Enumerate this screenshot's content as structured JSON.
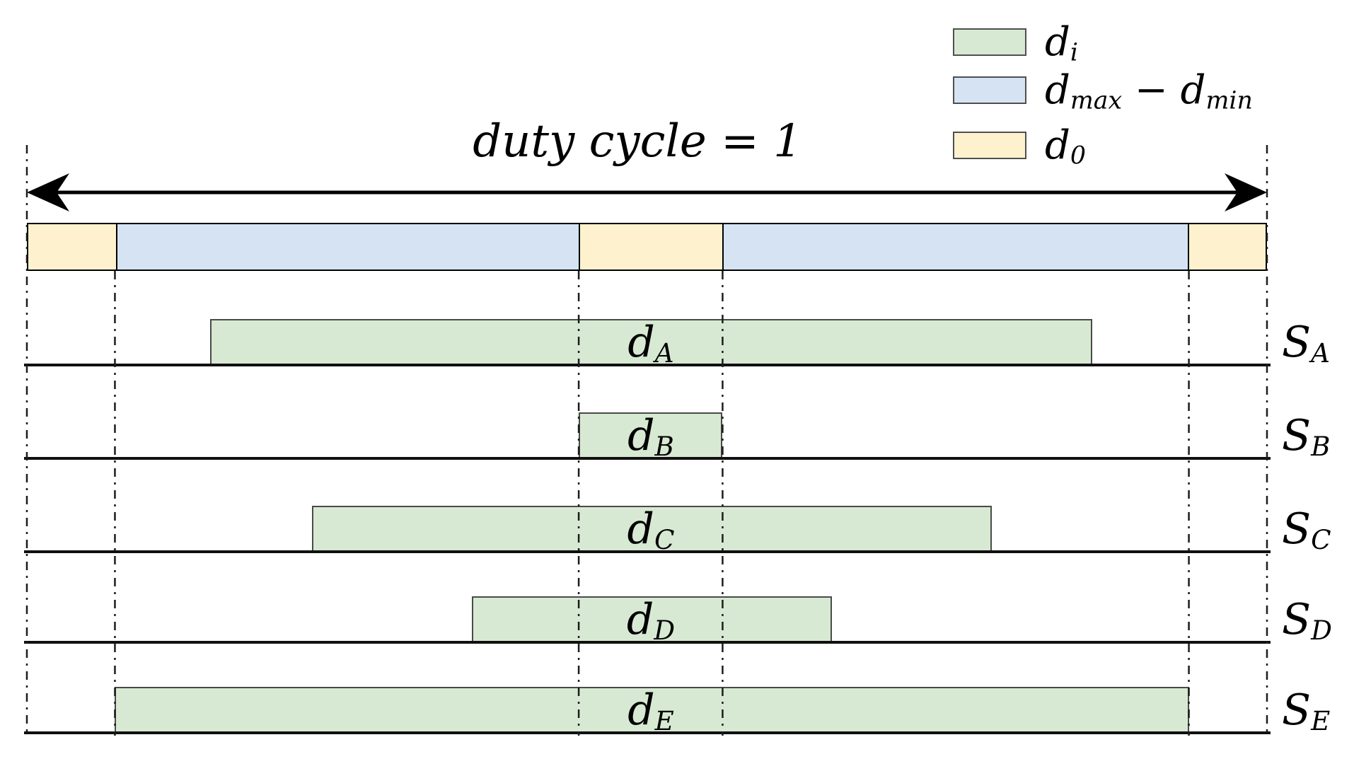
{
  "figure": {
    "title": "duty cycle = 1"
  },
  "legend": {
    "items": [
      {
        "name": "di",
        "base": "d",
        "sub": "i",
        "swatch_color": "#d7e9d2"
      },
      {
        "name": "dmax-minus-dmin",
        "base": "d",
        "sub": "max",
        "op": " − ",
        "base2": "d",
        "sub2": "min",
        "swatch_color": "#d5e3f3"
      },
      {
        "name": "d0",
        "base": "d",
        "sub": "0",
        "swatch_color": "#fdf2cd"
      }
    ]
  },
  "chart_data": {
    "type": "bar",
    "orientation": "horizontal",
    "title": "duty cycle = 1",
    "x_range": [
      0,
      1
    ],
    "duty_cycle": 1,
    "top_bar_segments": [
      {
        "kind": "d0",
        "start": 0.0,
        "end": 0.071,
        "color": "#fdf2cd"
      },
      {
        "kind": "dmax_minus_dmin",
        "start": 0.071,
        "end": 0.445,
        "color": "#d5e3f3"
      },
      {
        "kind": "d0",
        "start": 0.445,
        "end": 0.561,
        "color": "#fdf2cd"
      },
      {
        "kind": "dmax_minus_dmin",
        "start": 0.561,
        "end": 0.937,
        "color": "#d5e3f3"
      },
      {
        "kind": "d0",
        "start": 0.937,
        "end": 1.0,
        "color": "#fdf2cd"
      }
    ],
    "guide_positions": [
      0.0,
      0.071,
      0.445,
      0.561,
      0.937,
      1.0
    ],
    "rows": [
      {
        "station_base": "S",
        "station_sub": "A",
        "duty_base": "d",
        "duty_sub": "A",
        "start": 0.148,
        "end": 0.859,
        "color": "#d7e9d2"
      },
      {
        "station_base": "S",
        "station_sub": "B",
        "duty_base": "d",
        "duty_sub": "B",
        "start": 0.445,
        "end": 0.561,
        "color": "#d7e9d2"
      },
      {
        "station_base": "S",
        "station_sub": "C",
        "duty_base": "d",
        "duty_sub": "C",
        "start": 0.23,
        "end": 0.778,
        "color": "#d7e9d2"
      },
      {
        "station_base": "S",
        "station_sub": "D",
        "duty_base": "d",
        "duty_sub": "D",
        "start": 0.359,
        "end": 0.649,
        "color": "#d7e9d2"
      },
      {
        "station_base": "S",
        "station_sub": "E",
        "duty_base": "d",
        "duty_sub": "E",
        "start": 0.071,
        "end": 0.937,
        "color": "#d7e9d2"
      }
    ]
  },
  "colors": {
    "di_fill": "#d7e9d2",
    "range_fill": "#d5e3f3",
    "d0_fill": "#fdf2cd",
    "line": "#000000",
    "bar_border": "#4a4a4a"
  }
}
